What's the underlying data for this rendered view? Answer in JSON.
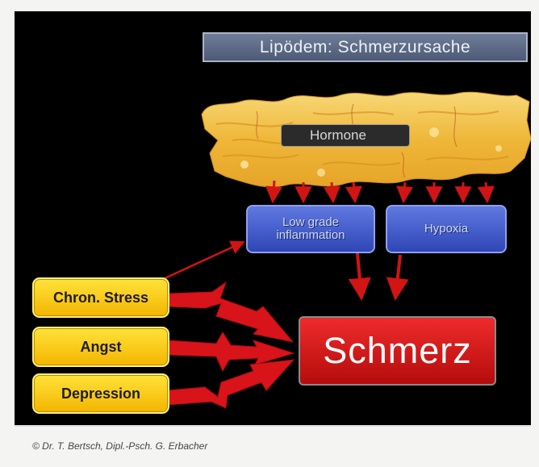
{
  "title": "Lipödem: Schmerzursache",
  "tissue_label": "Hormone",
  "inflammation_label": "Low grade inflammation",
  "hypoxia_label": "Hypoxia",
  "factors": [
    "Chron. Stress",
    "Angst",
    "Depression"
  ],
  "result_label": "Schmerz",
  "copyright": "© Dr. T. Bertsch, Dipl.-Psch. G. Erbacher",
  "colors": {
    "background": "#000000",
    "title_box": "#5b6884",
    "blue_box": "#4660cf",
    "yellow_box": "#fcc700",
    "schmerz_box": "#d11a1a",
    "arrow": "#d11414",
    "fat_tissue": "#f2c24a"
  },
  "icons": [
    "fat-tissue-image",
    "pencil-icon"
  ]
}
